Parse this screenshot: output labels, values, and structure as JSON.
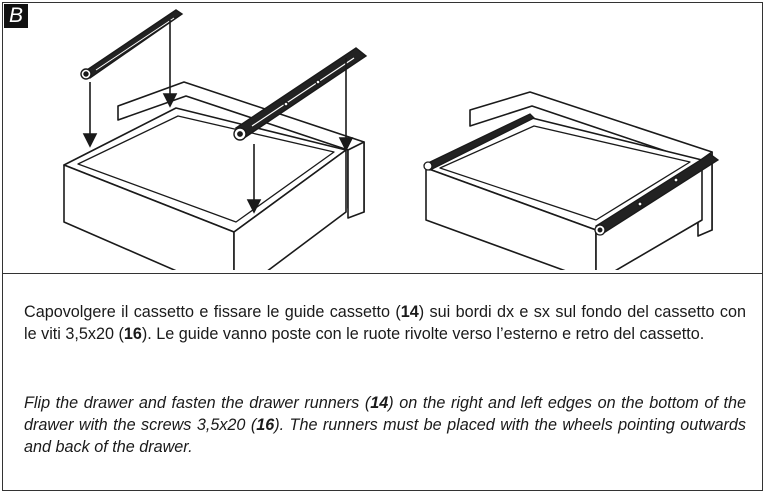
{
  "step": "B",
  "instructions": {
    "it": {
      "part1": "Capovolgere il cassetto e fissare le guide cassetto (",
      "ref_runners": "14",
      "part2": ") sui bordi dx e sx sul fondo del cassetto con le viti 3,5x20 (",
      "ref_screws": "16",
      "part3": "). Le guide vanno poste con le ruote rivolte verso l’esterno e retro del cassetto."
    },
    "en": {
      "part1": "Flip the drawer and fasten the drawer runners (",
      "ref_runners": "14",
      "part2": ") on the right and left edges on the bottom of the drawer with the screws 3,5x20 (",
      "ref_screws": "16",
      "part3": "). The runners must be placed with the wheels pointing outwards and back of the drawer."
    }
  }
}
